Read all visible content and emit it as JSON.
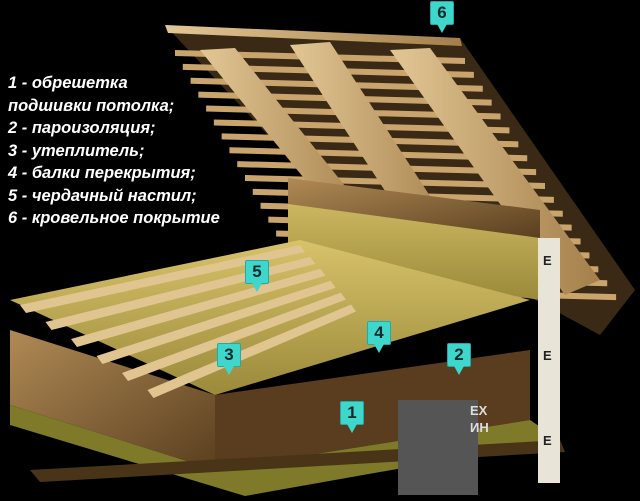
{
  "legend": [
    "1 - обрешетка",
    "подшивки потолка;",
    "2 - пароизоляция;",
    "3 - утеплитель;",
    "4 - балки перекрытия;",
    "5 - чердачный настил;",
    "6 - кровельное покрытие"
  ],
  "markers": [
    "1",
    "2",
    "3",
    "4",
    "5",
    "6"
  ],
  "post_text": [
    "Е",
    "Е",
    "Е",
    "ЕХ",
    "ИН"
  ],
  "colors": {
    "marker": "#3fd6cc",
    "wood": "#8a6a3a",
    "insulation": "#c9b25a",
    "background": "#000000"
  }
}
